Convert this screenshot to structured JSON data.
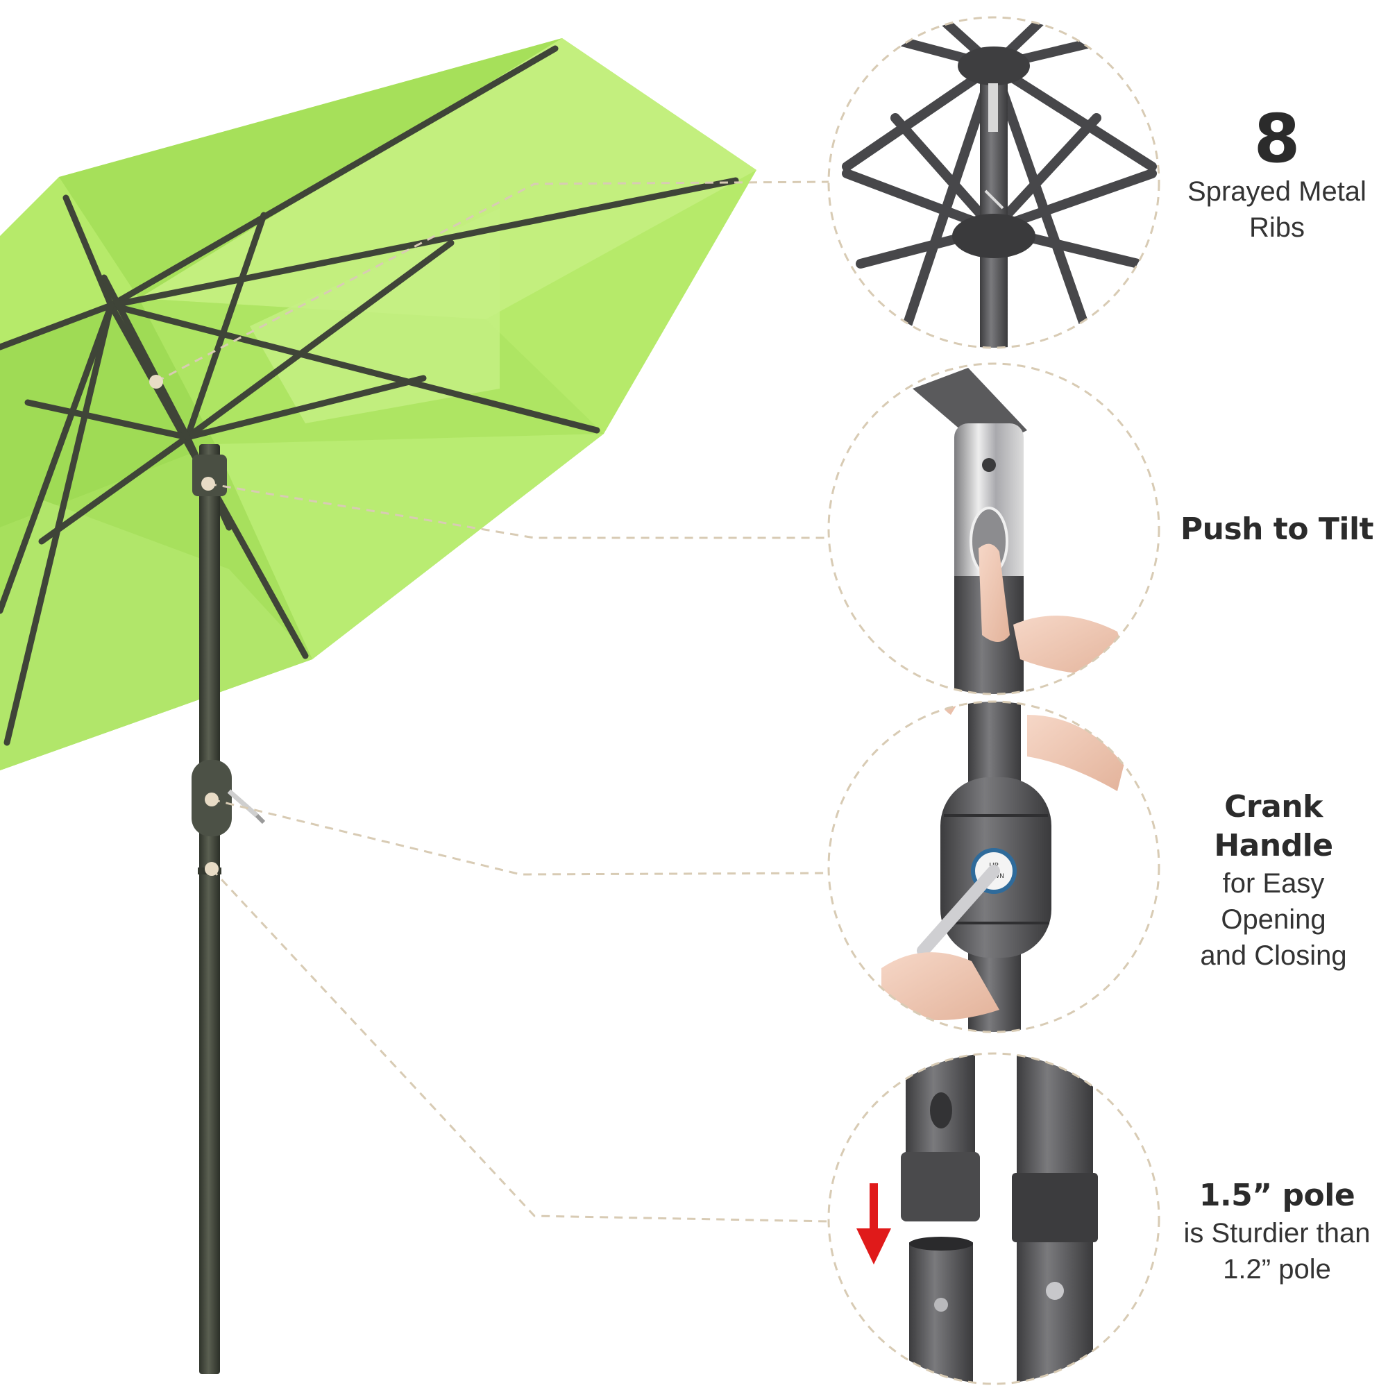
{
  "colors": {
    "canopy": "#b6ea6a",
    "canopy_shade": "#9fdb55",
    "canopy_deep": "#8bcc44",
    "frame": "#3f4438",
    "pole": "#3d4236",
    "metal": "#5a5a5c",
    "chrome": "#c9c9cc",
    "callout_line": "#d8cbb4",
    "arrow": "#e01a1a"
  },
  "features": [
    {
      "id": "ribs",
      "number": "8",
      "title": "Sprayed Metal",
      "title2": "Ribs",
      "icon": "umbrella-ribs-closeup"
    },
    {
      "id": "tilt",
      "title": "Push to Tilt",
      "icon": "push-tilt-button-closeup"
    },
    {
      "id": "crank",
      "title": "Crank Handle",
      "lines": [
        "for Easy",
        "Opening",
        "and Closing"
      ],
      "icon": "crank-handle-closeup"
    },
    {
      "id": "pole",
      "title": "1.5” pole",
      "lines": [
        "is Sturdier than",
        "1.2” pole"
      ],
      "icon": "pole-joint-closeup"
    }
  ],
  "crank_label": {
    "top": "UP",
    "bottom": "DOWN"
  }
}
